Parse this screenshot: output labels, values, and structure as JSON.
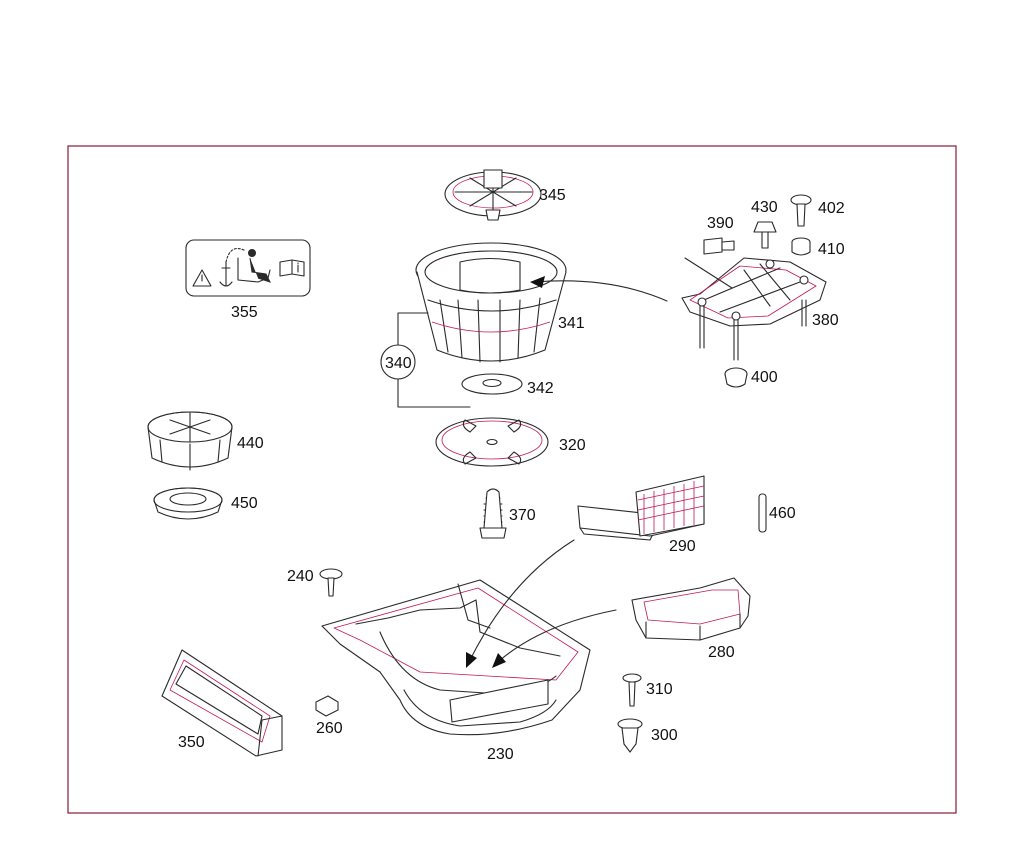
{
  "colors": {
    "frame": "#8b1a3a",
    "line": "#2a2a2a",
    "accent": "#c2185b",
    "text": "#111111"
  },
  "parts": {
    "p230": "230",
    "p240": "240",
    "p260": "260",
    "p280": "280",
    "p290": "290",
    "p300": "300",
    "p310": "310",
    "p320": "320",
    "p340": "340",
    "p341": "341",
    "p342": "342",
    "p345": "345",
    "p350": "350",
    "p355": "355",
    "p370": "370",
    "p380": "380",
    "p390": "390",
    "p400": "400",
    "p402": "402",
    "p410": "410",
    "p430": "430",
    "p440": "440",
    "p450": "450",
    "p460": "460"
  },
  "icons": {
    "warning": "warning-triangle-icon",
    "anchor": "anchor-icon",
    "child_seat": "child-seat-icon",
    "manual": "manual-info-icon"
  }
}
